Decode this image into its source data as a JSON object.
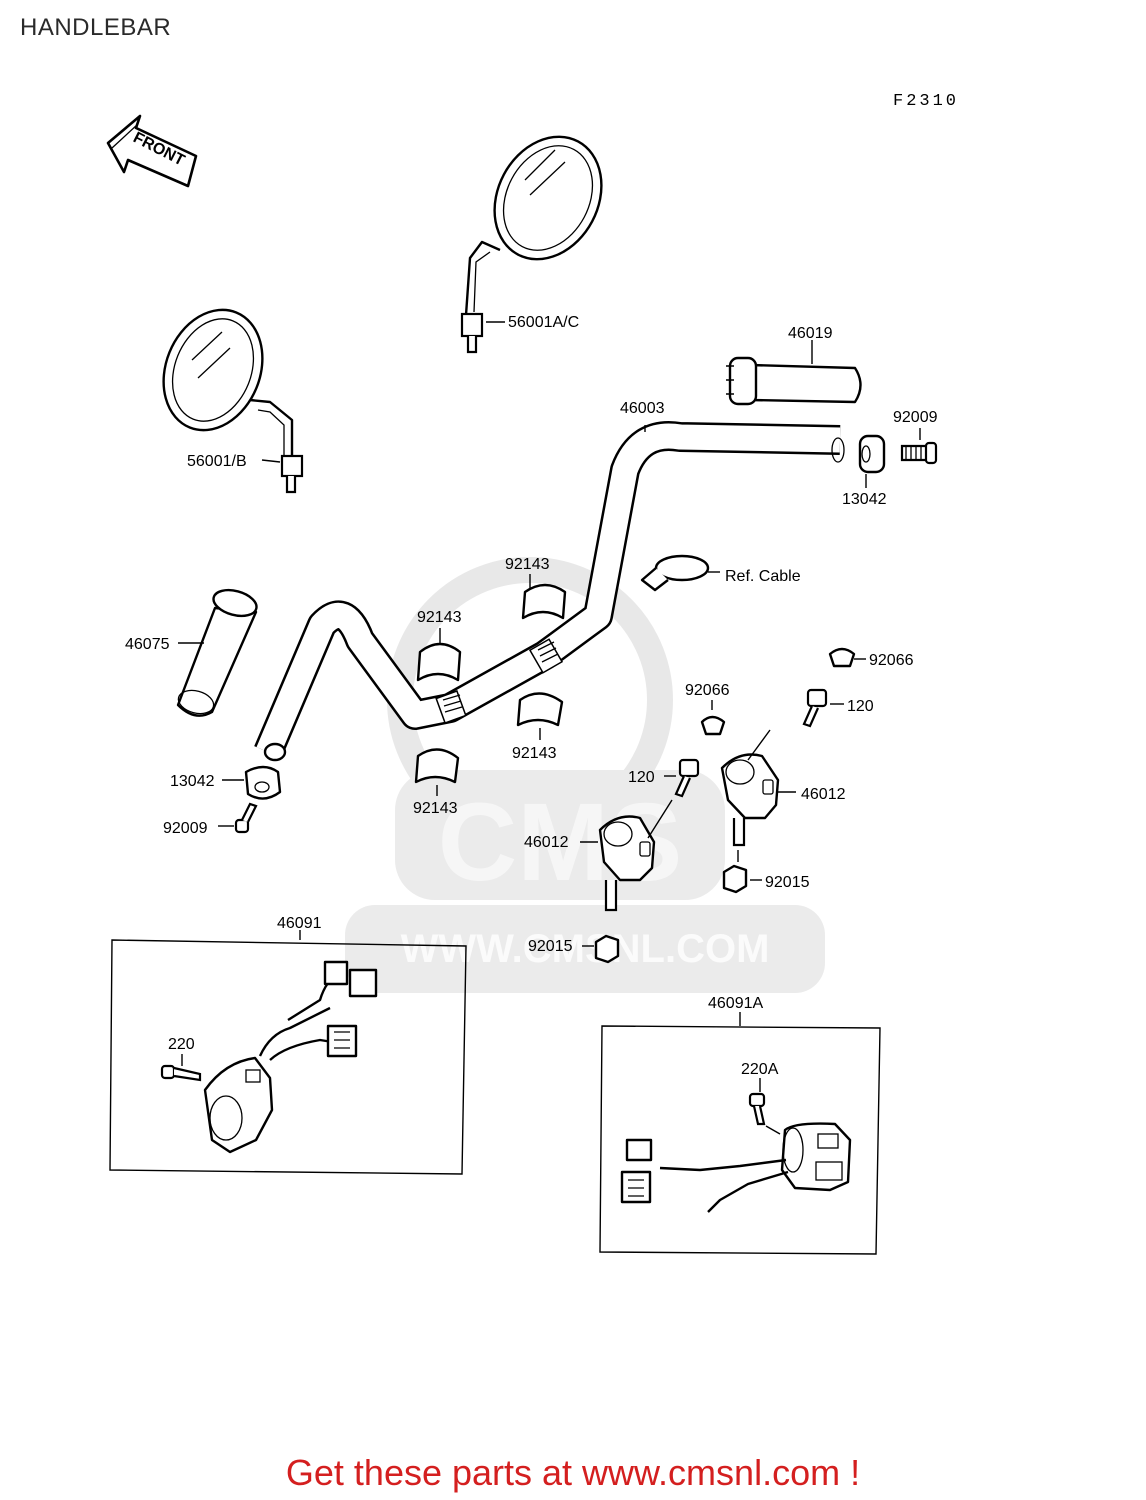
{
  "page_title": "HANDLEBAR",
  "figure_code": "F2310",
  "front_arrow": "FRONT",
  "promo_text": "Get these parts at www.cmsnl.com !",
  "watermark": {
    "brand": "CMS",
    "url": "WWW.CMSNL.COM"
  },
  "icons": {
    "front_arrow": "front-arrow-icon",
    "watermark": "cms-logo-icon"
  },
  "labels": {
    "mirror_right": "56001A/C",
    "mirror_left": "56001/B",
    "throttle_grip": "46019",
    "handlebar": "46003",
    "bolt_right_end": "92009",
    "weight_right": "13042",
    "ref_cable": "Ref. Cable",
    "grip_left": "46075",
    "damper_a": "92143",
    "damper_b": "92143",
    "damper_c": "92143",
    "damper_d": "92143",
    "cap_right": "92066",
    "cap_center": "92066",
    "bolt_right_holder": "120",
    "bolt_center_holder": "120",
    "holder_right": "46012",
    "holder_left": "46012",
    "weight_left": "13042",
    "bolt_left_end": "92009",
    "nut_right": "92015",
    "nut_left": "92015",
    "switch_left_box": "46091",
    "switch_right_box": "46091A",
    "screw_left": "220",
    "screw_right": "220A"
  }
}
